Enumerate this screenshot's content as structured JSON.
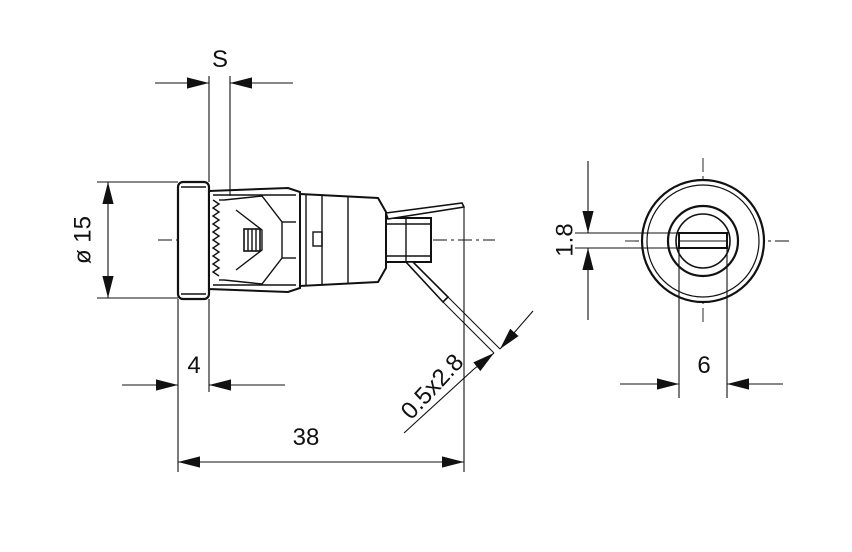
{
  "dimensions": {
    "slot_width": "S",
    "diameter": "ø 15",
    "flange_thickness": "4",
    "total_length": "38",
    "terminal_size": "0.5x2.8",
    "slot_height": "1.8",
    "slot_length": "6"
  },
  "colors": {
    "line": "#111111",
    "background": "#ffffff"
  }
}
